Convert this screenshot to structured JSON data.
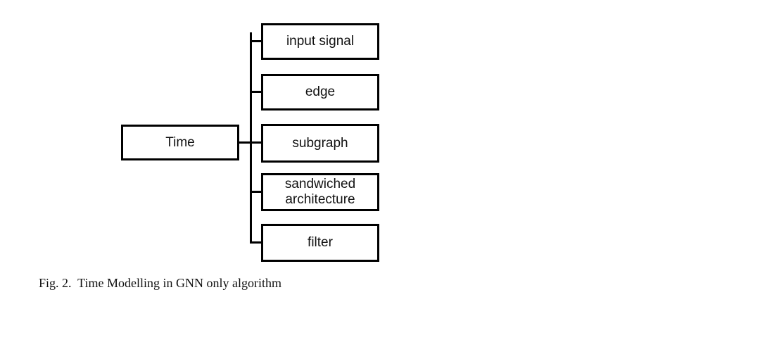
{
  "diagram": {
    "root": {
      "label": "Time"
    },
    "children": [
      {
        "label": "input signal"
      },
      {
        "label": "edge"
      },
      {
        "label": "subgraph"
      },
      {
        "label": "sandwiched architecture"
      },
      {
        "label": "filter"
      }
    ]
  },
  "caption": "Fig. 2.  Time Modelling in GNN only algorithm",
  "colors": {
    "line": "#000000",
    "text": "#111111",
    "background": "#ffffff"
  }
}
